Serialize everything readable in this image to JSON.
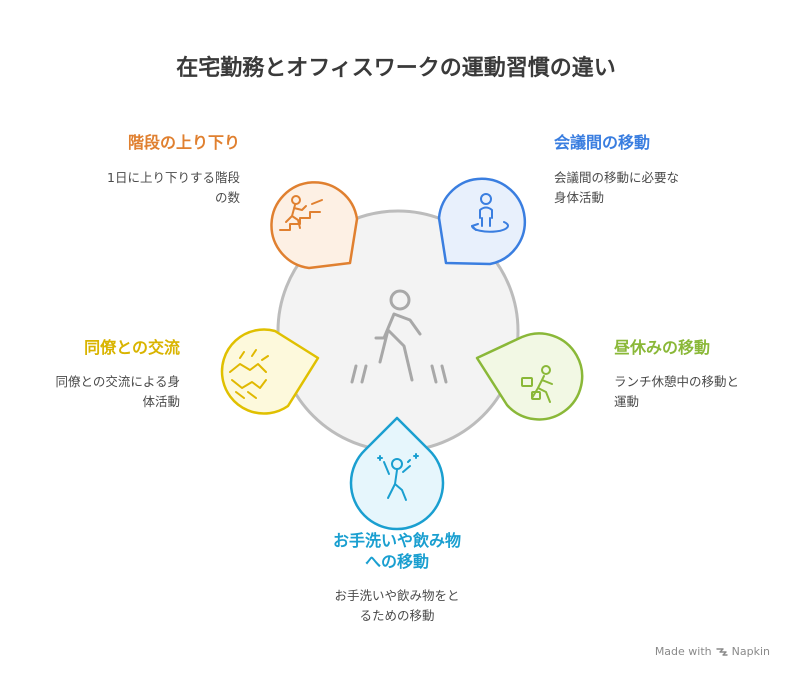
{
  "title": "在宅勤務とオフィスワークの運動習慣の違い",
  "items": {
    "stairs": {
      "label": "階段の上り下り",
      "desc1": "1日に上り下りする階段",
      "desc2": "の数",
      "color": "#e08030"
    },
    "meeting": {
      "label": "会議間の移動",
      "desc1": "会議間の移動に必要な",
      "desc2": "身体活動",
      "color": "#3a7ee0"
    },
    "colleague": {
      "label": "同僚との交流",
      "desc1": "同僚との交流による身",
      "desc2": "体活動",
      "color": "#e0b800"
    },
    "lunch": {
      "label": "昼休みの移動",
      "desc1": "ランチ休憩中の移動と",
      "desc2": "運動",
      "color": "#8ab838"
    },
    "wash": {
      "label1": "お手洗いや飲み物",
      "label2": "への移動",
      "desc1": "お手洗いや飲み物をと",
      "desc2": "るための移動",
      "color": "#1a9fd0"
    }
  },
  "icons": {
    "center": "walking-person-icon",
    "stairs": "climbing-stairs-icon",
    "meeting": "person-rotate-icon",
    "colleague": "handshake-icon",
    "lunch": "person-with-briefcase-icon",
    "wash": "celebrating-person-icon"
  },
  "footer": {
    "prefix": "Made with",
    "brand": "Napkin"
  }
}
